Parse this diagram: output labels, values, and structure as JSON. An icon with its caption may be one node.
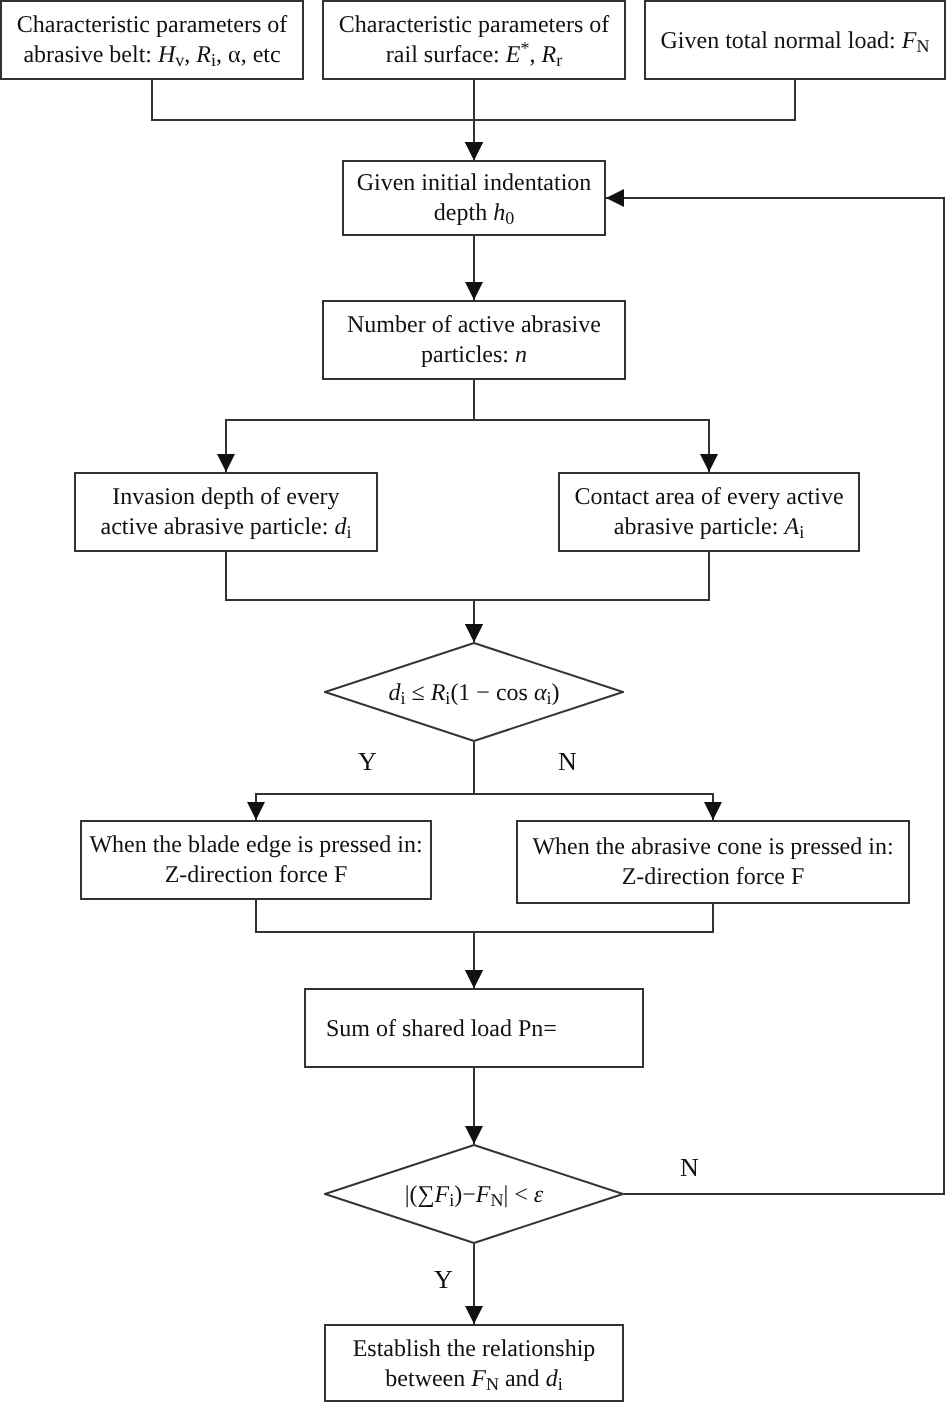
{
  "diagram": {
    "nodes": [
      {
        "text": [
          "Characteristic parameters of abrasive belt: *H*$_{v}$, *R*$_{i}$, α, etc"
        ]
      },
      {
        "text": [
          "Characteristic parameters of rail surface: *E*$^{*}$, *R*$_{r}$"
        ]
      },
      {
        "text": [
          "Given total normal load: *F*$_{N}$"
        ]
      },
      {
        "text": [
          "Given initial indentation depth *h*$_{0}$"
        ]
      },
      {
        "text": [
          "Number of active abrasive particles: *n*"
        ]
      },
      {
        "text": [
          "Invasion depth of every active abrasive particle: *d*$_{i}$"
        ]
      },
      {
        "text": [
          "Contact area of every active abrasive particle: *A*$_{i}$"
        ]
      },
      {
        "text": [
          "*d*$_{i}$ ≤ *R*$_{i}$(1 − cos *α*$_{i}$)"
        ]
      },
      {
        "text": [
          "When the blade edge is pressed in: Z-direction force F"
        ]
      },
      {
        "text": [
          "When the abrasive cone is pressed in: Z-direction force F"
        ]
      },
      {
        "text": [
          "Sum of shared load Pn="
        ]
      },
      {
        "text": [
          "|(∑*F*$_{i}$)−*F*$_{N}$| < *ε*"
        ]
      },
      {
        "text": [
          "Establish the relationship between *F*$_{N}$ and *d*$_{i}$"
        ]
      }
    ],
    "edges": [
      {
        "from": 0,
        "to": 3,
        "arrow": "to"
      },
      {
        "from": 1,
        "to": 3,
        "arrow": "to"
      },
      {
        "from": 2,
        "to": 3,
        "arrow": "to"
      },
      {
        "from": 3,
        "to": 4,
        "arrow": "to"
      },
      {
        "from": 4,
        "to": 5,
        "arrow": "to"
      },
      {
        "from": 4,
        "to": 6,
        "arrow": "to"
      },
      {
        "from": 5,
        "to": 7,
        "arrow": "to"
      },
      {
        "from": 6,
        "to": 7,
        "arrow": "to"
      },
      {
        "from": 7,
        "to": 8,
        "arrow": "to",
        "label": "Y"
      },
      {
        "from": 7,
        "to": 9,
        "arrow": "to",
        "label": "N"
      },
      {
        "from": 8,
        "to": 10,
        "arrow": "to"
      },
      {
        "from": 9,
        "to": 10,
        "arrow": "to"
      },
      {
        "from": 10,
        "to": 11,
        "arrow": "to"
      },
      {
        "from": 11,
        "to": 12,
        "arrow": "to",
        "label": "Y"
      },
      {
        "from": 11,
        "to": 3,
        "arrow": "to",
        "label": "N"
      }
    ]
  }
}
